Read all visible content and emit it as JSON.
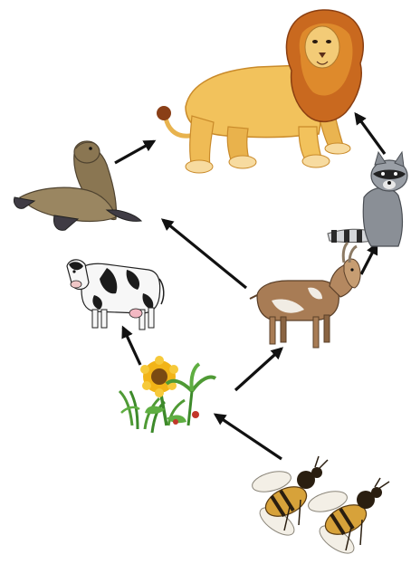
{
  "diagram": {
    "nodes": [
      {
        "id": "lion",
        "icon": "lion-icon"
      },
      {
        "id": "sea-lion",
        "icon": "sea-lion-icon"
      },
      {
        "id": "raccoon",
        "icon": "raccoon-icon"
      },
      {
        "id": "cow",
        "icon": "cow-icon"
      },
      {
        "id": "goat",
        "icon": "goat-icon"
      },
      {
        "id": "plants",
        "icon": "plants-icon"
      },
      {
        "id": "bees",
        "icon": "bees-icon"
      }
    ],
    "edges": [
      {
        "from": "sea-lion",
        "to": "lion"
      },
      {
        "from": "raccoon",
        "to": "lion"
      },
      {
        "from": "goat",
        "to": "raccoon"
      },
      {
        "from": "goat",
        "to": "sea-lion"
      },
      {
        "from": "plants",
        "to": "cow"
      },
      {
        "from": "plants",
        "to": "goat"
      },
      {
        "from": "bees",
        "to": "plants"
      }
    ],
    "colors": {
      "arrow": "#111111",
      "lion_body": "#f2c25c",
      "lion_mane": "#c9691f",
      "sea_lion": "#8a7652",
      "raccoon": "#8a8f96",
      "cow_spots": "#1b1b1b",
      "goat": "#a87c55",
      "sunflower": "#f2b417",
      "leaves": "#4f9a35",
      "bee": "#d7a23a"
    }
  }
}
